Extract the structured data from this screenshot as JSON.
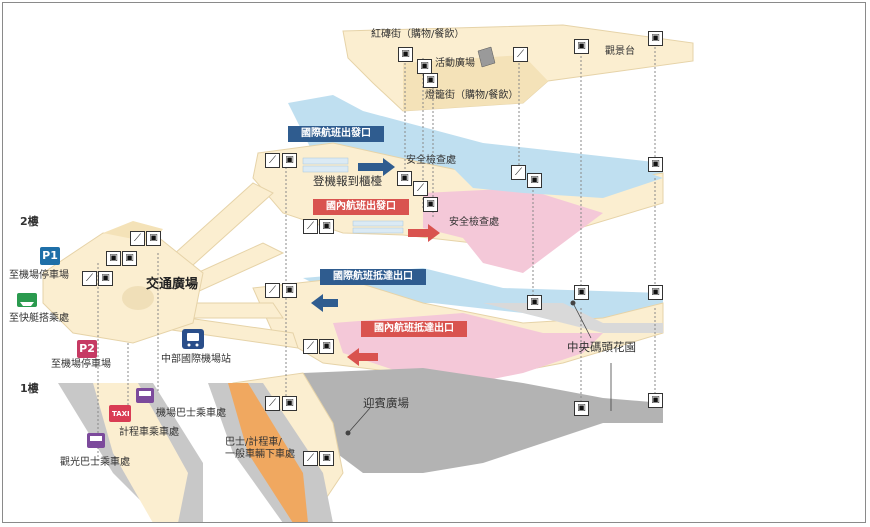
{
  "floors": {
    "floor2": "2樓",
    "floor1": "1樓"
  },
  "banners": {
    "intl_departure": "國際航班出發口",
    "dom_departure": "國內航班出發口",
    "intl_arrival": "國際航班抵達出口",
    "dom_arrival": "國內航班抵達出口"
  },
  "labels": {
    "red_brick_street": "紅磚街（購物/餐飲）",
    "event_plaza": "活動廣場",
    "lantern_street": "燈籠街（購物/餐飲）",
    "observation_deck": "觀景台",
    "checkin_counter": "登機報到櫃檯",
    "security_1": "安全檢查處",
    "security_2": "安全檢查處",
    "transport_plaza": "交通廣場",
    "to_parking_1": "至機場停車場",
    "to_ferry": "至快艇搭乘處",
    "to_parking_2": "至機場停車場",
    "station": "中部國際機場站",
    "central_garden": "中央碼頭花園",
    "welcome_plaza": "迎賓廣場",
    "bus_stop": "機場巴士乘車處",
    "taxi_stop": "計程車乘車處",
    "tour_bus_stop": "觀光巴士乘車處",
    "drop_off_line1": "巴士/計程車/",
    "drop_off_line2": "一般車輛下車處"
  },
  "badges": {
    "p1": "P1",
    "p2": "P2",
    "taxi": "TAXI"
  },
  "colors": {
    "intl": "#bfdff0",
    "domestic": "#f4c8d8",
    "floor": "#fbeed0",
    "arrival_gray": "#b3b3b3",
    "road": "#c8c8c8",
    "banner_blue": "#2f5c8f",
    "banner_red": "#d9534f",
    "p1_blue": "#1e6fa8",
    "p2_magenta": "#c63a63",
    "ferry_green": "#2a9a4e",
    "bus_purple": "#7c4a9c",
    "taxi_red": "#d93c54"
  },
  "icons": [
    "elevator-icon",
    "escalator-icon",
    "ferry-icon",
    "train-icon",
    "bus-icon",
    "taxi-icon"
  ]
}
